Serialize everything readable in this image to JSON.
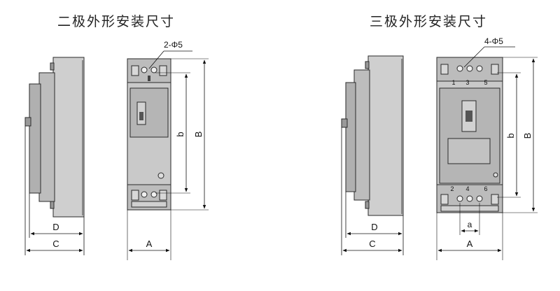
{
  "left_view": {
    "title": "二极外形安装尺寸",
    "hole_label": "2-Φ5",
    "dim_b": "b",
    "dim_B": "B",
    "dim_D": "D",
    "dim_C": "C",
    "dim_A": "A"
  },
  "right_view": {
    "title": "三极外形安装尺寸",
    "hole_label": "4-Φ5",
    "dim_b": "b",
    "dim_B": "B",
    "dim_D": "D",
    "dim_C": "C",
    "dim_A": "A",
    "dim_a": "a",
    "top_terminals": [
      "1",
      "3",
      "5"
    ],
    "bottom_terminals": [
      "2",
      "4",
      "6"
    ]
  },
  "colors": {
    "body": "#c9c9c9",
    "body_dark": "#a9a9a9",
    "face": "#b4b4b4",
    "outline": "#2a2a2a",
    "dim_line": "#111111"
  }
}
